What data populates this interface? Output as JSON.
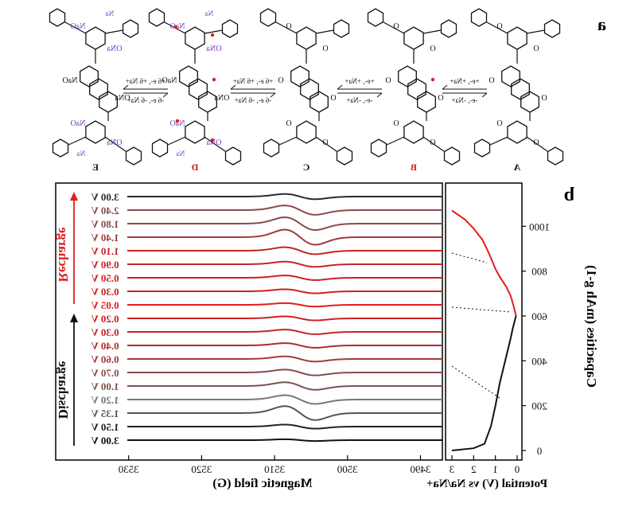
{
  "figure": {
    "panel_a_label": "a",
    "panel_b_label": "b",
    "mirrored": true
  },
  "schemes": {
    "states": [
      {
        "label": "E",
        "color": "#111111"
      },
      {
        "label": "D",
        "color": "#d11a1a"
      },
      {
        "label": "C",
        "color": "#111111"
      },
      {
        "label": "B",
        "color": "#d11a1a"
      },
      {
        "label": "A",
        "color": "#111111"
      }
    ],
    "arrows": [
      {
        "top": "+6 e-, +6 Na+",
        "bottom": "-6 e-, -6 Na+"
      },
      {
        "top": "+6 e-, +6 Na+",
        "bottom": "-6 e-, -6 Na+"
      },
      {
        "top": "+e-, +Na+",
        "bottom": "-e-, -Na+"
      },
      {
        "top": "+e-, +Na+",
        "bottom": "-e-, -Na+"
      }
    ],
    "group_labels": [
      "Na",
      "NaO",
      "ONa",
      "O"
    ]
  },
  "chart_data": [
    {
      "type": "line",
      "title": "",
      "xlabel": "Magnetic field (G)",
      "ylabel": "",
      "x_ticks": [
        3530,
        3520,
        3510,
        3500,
        3490
      ],
      "x_reversed": true,
      "stack_groups": [
        {
          "label": "Recharge",
          "color": "#e01e1e"
        },
        {
          "label": "Discharge",
          "color": "#111111"
        }
      ],
      "series": [
        {
          "name": "3.00 V",
          "color": "#2b2b2b",
          "amp": 0.9
        },
        {
          "name": "2.40 V",
          "color": "#8a4a4a",
          "amp": 1.6
        },
        {
          "name": "1.80 V",
          "color": "#8a4a4a",
          "amp": 2.2
        },
        {
          "name": "1.40 V",
          "color": "#a33a3a",
          "amp": 2.6
        },
        {
          "name": "1.10 V",
          "color": "#c42525",
          "amp": 1.2
        },
        {
          "name": "0.90 V",
          "color": "#c42525",
          "amp": 0.9
        },
        {
          "name": "0.50 V",
          "color": "#d01f1f",
          "amp": 0.8
        },
        {
          "name": "0.30 V",
          "color": "#d01f1f",
          "amp": 0.7
        },
        {
          "name": "0.05 V",
          "color": "#e01e1e",
          "amp": 0.6
        },
        {
          "name": "0.20 V",
          "color": "#d01f1f",
          "amp": 0.7
        },
        {
          "name": "0.30 V",
          "color": "#c42525",
          "amp": 0.8
        },
        {
          "name": "0.40 V",
          "color": "#b02b2b",
          "amp": 0.8
        },
        {
          "name": "0.60 V",
          "color": "#a33a3a",
          "amp": 0.9
        },
        {
          "name": "0.70 V",
          "color": "#8a4a4a",
          "amp": 1.0
        },
        {
          "name": "1.00 V",
          "color": "#7a5050",
          "amp": 1.3
        },
        {
          "name": "1.20 V",
          "color": "#777777",
          "amp": 1.5
        },
        {
          "name": "1.35 V",
          "color": "#555555",
          "amp": 2.4
        },
        {
          "name": "1.50 V",
          "color": "#222222",
          "amp": 0.7
        },
        {
          "name": "3.00 V",
          "color": "#111111",
          "amp": 0.3
        }
      ]
    },
    {
      "type": "line",
      "title": "",
      "xlabel": "Potential (V) vs Na/Na+",
      "ylabel": "Capacities (mAh g-1)",
      "x_ticks": [
        3,
        2,
        1,
        0
      ],
      "y_ticks": [
        0,
        200,
        400,
        600,
        800,
        1000
      ],
      "x_reversed": true,
      "ylim": [
        0,
        1150
      ],
      "series": [
        {
          "name": "Discharge",
          "color": "#111111",
          "x": [
            3.0,
            2.0,
            1.5,
            1.2,
            1.0,
            0.8,
            0.6,
            0.45,
            0.3,
            0.2,
            0.12,
            0.08,
            0.05
          ],
          "y": [
            0,
            10,
            30,
            110,
            200,
            300,
            380,
            440,
            500,
            545,
            575,
            590,
            600
          ]
        },
        {
          "name": "Recharge",
          "color": "#e01e1e",
          "x": [
            0.05,
            0.15,
            0.3,
            0.5,
            0.8,
            1.0,
            1.3,
            1.6,
            2.0,
            2.4,
            3.0
          ],
          "y": [
            600,
            640,
            690,
            730,
            775,
            810,
            880,
            940,
            990,
            1030,
            1070
          ]
        }
      ]
    }
  ]
}
